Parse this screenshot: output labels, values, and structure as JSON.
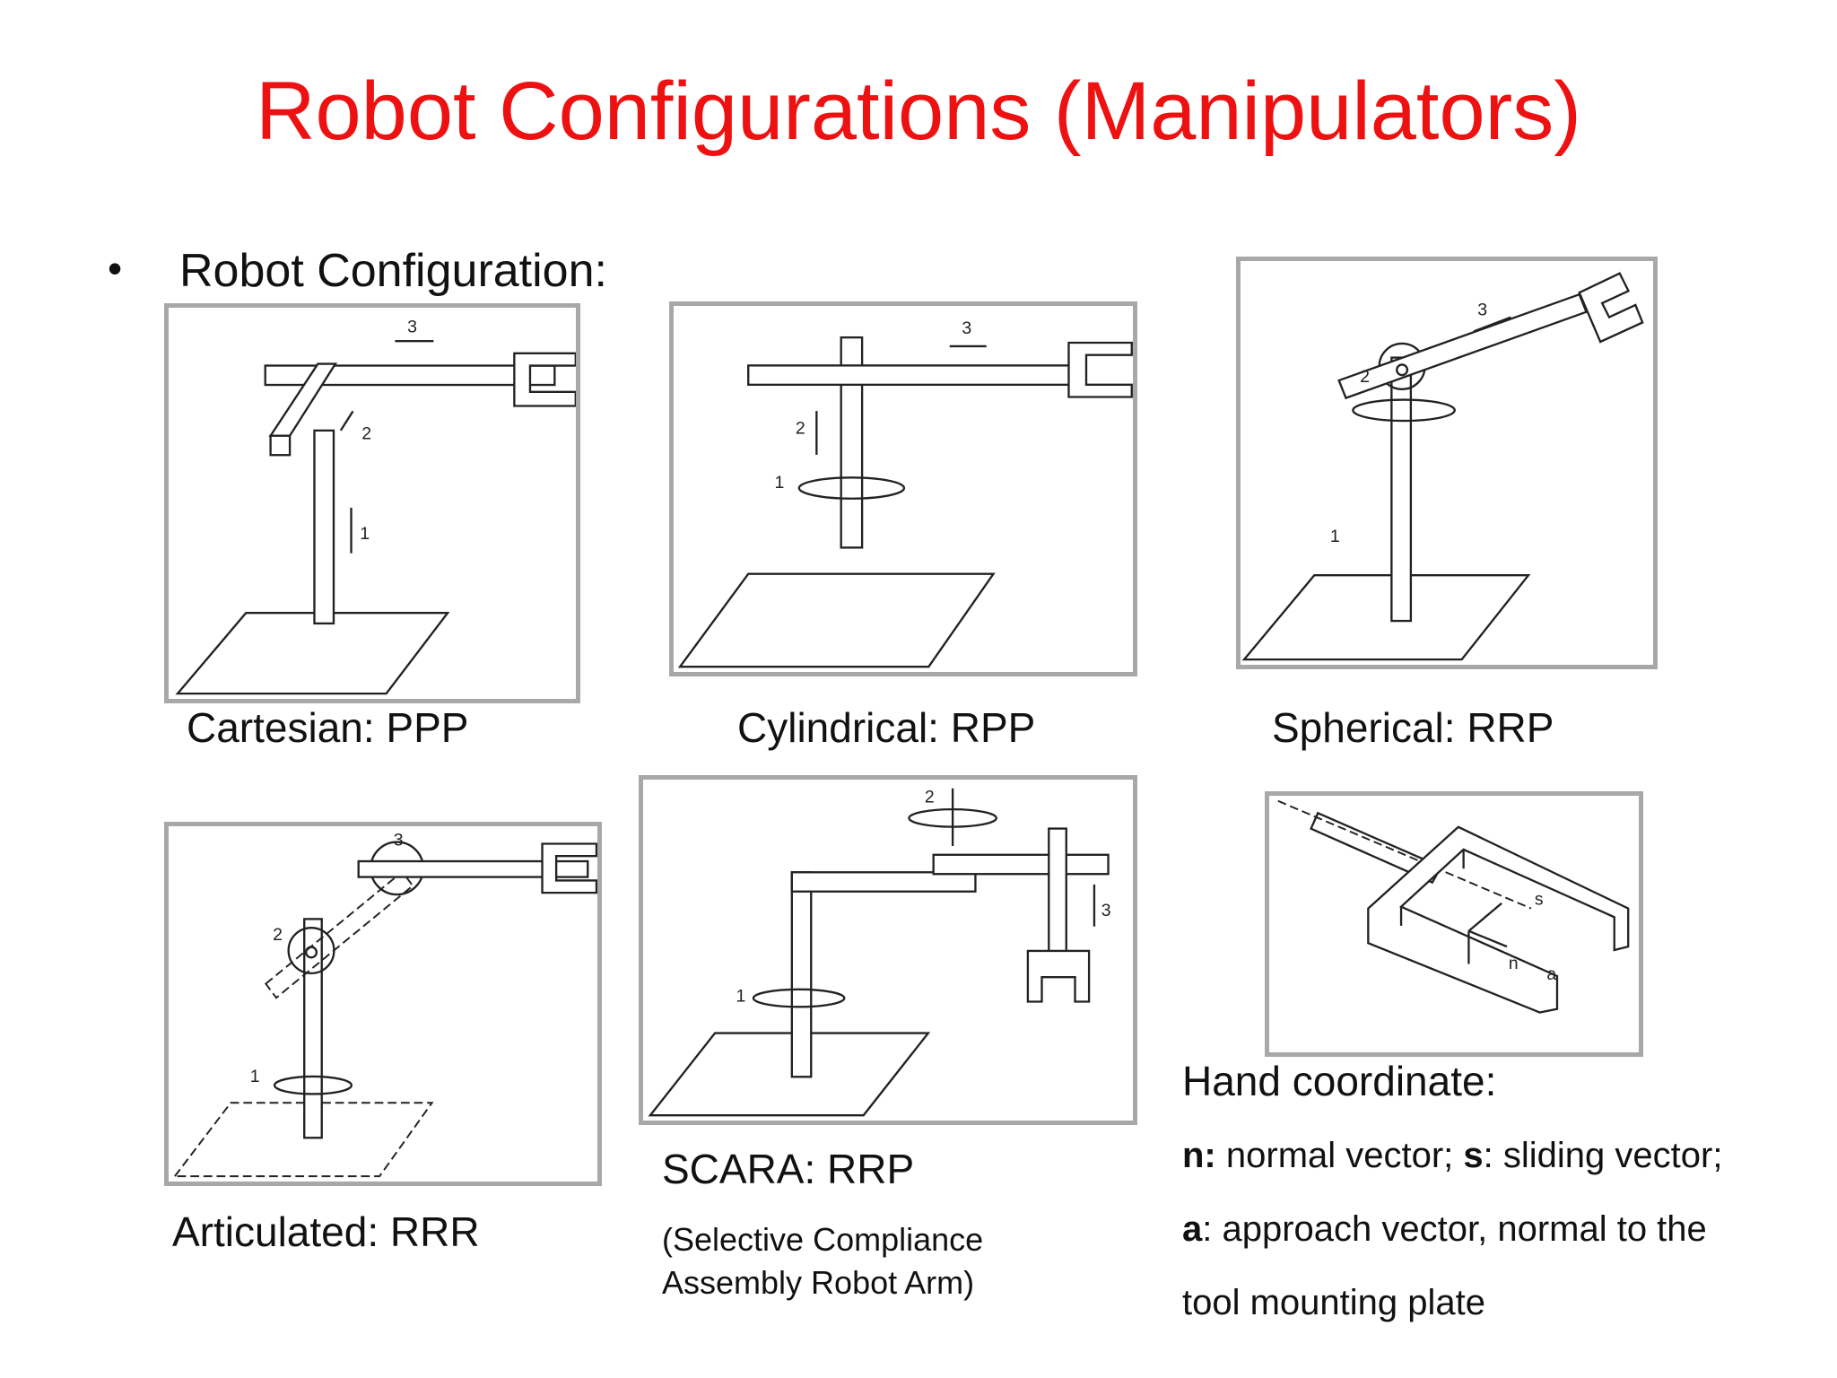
{
  "title": "Robot Configurations (Manipulators)",
  "bullet": {
    "marker": "•",
    "text": "Robot Configuration:"
  },
  "panels": {
    "cartesian": {
      "caption": "Cartesian: PPP",
      "joints": [
        "1",
        "2",
        "3"
      ]
    },
    "cylindrical": {
      "caption": "Cylindrical: RPP",
      "joints": [
        "1",
        "2",
        "3"
      ]
    },
    "spherical": {
      "caption": "Spherical: RRP",
      "joints": [
        "1",
        "2",
        "3"
      ]
    },
    "articulated": {
      "caption": "Articulated: RRR",
      "joints": [
        "1",
        "2",
        "3"
      ]
    },
    "scara": {
      "caption": "SCARA: RRP",
      "subcaption_1": "(Selective Compliance",
      "subcaption_2": "Assembly Robot Arm)",
      "joints": [
        "1",
        "2",
        "3"
      ]
    },
    "hand": {
      "axes": [
        "s",
        "n",
        "a"
      ]
    }
  },
  "hand_coordinate": {
    "heading": "Hand coordinate:",
    "n_key": "n:",
    "n_text": " normal vector; ",
    "s_key": "s",
    "s_text": ": sliding vector;",
    "a_key": "a",
    "a_text": ": approach vector, normal to the",
    "line3": "tool mounting plate"
  }
}
